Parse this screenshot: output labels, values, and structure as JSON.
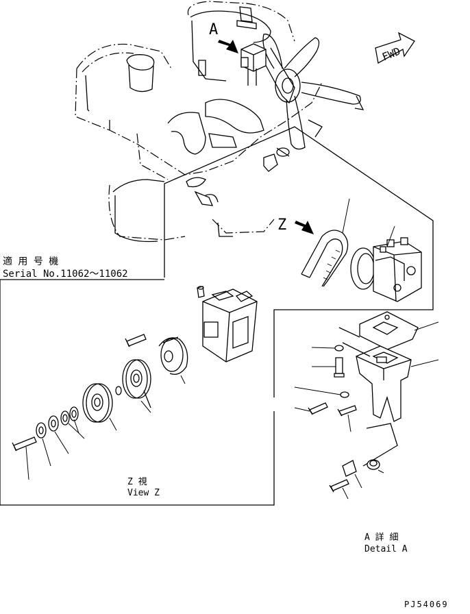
{
  "labels": {
    "view_a_marker": "A",
    "view_z_marker": "Z",
    "fwd": "FWD",
    "serial_jp": "適 用 号 機",
    "serial_en": "Serial No.11062～11062",
    "view_z_jp": "Z  視",
    "view_z_en": "View Z",
    "detail_a_jp": "A 詳 細",
    "detail_a_en": "Detail A",
    "drawing_no": "PJ54069"
  },
  "icons": {
    "arrow": "view-direction-arrow-icon",
    "fwd": "forward-direction-arrow-icon"
  },
  "colors": {
    "ink": "#000000",
    "paper": "#ffffff"
  }
}
